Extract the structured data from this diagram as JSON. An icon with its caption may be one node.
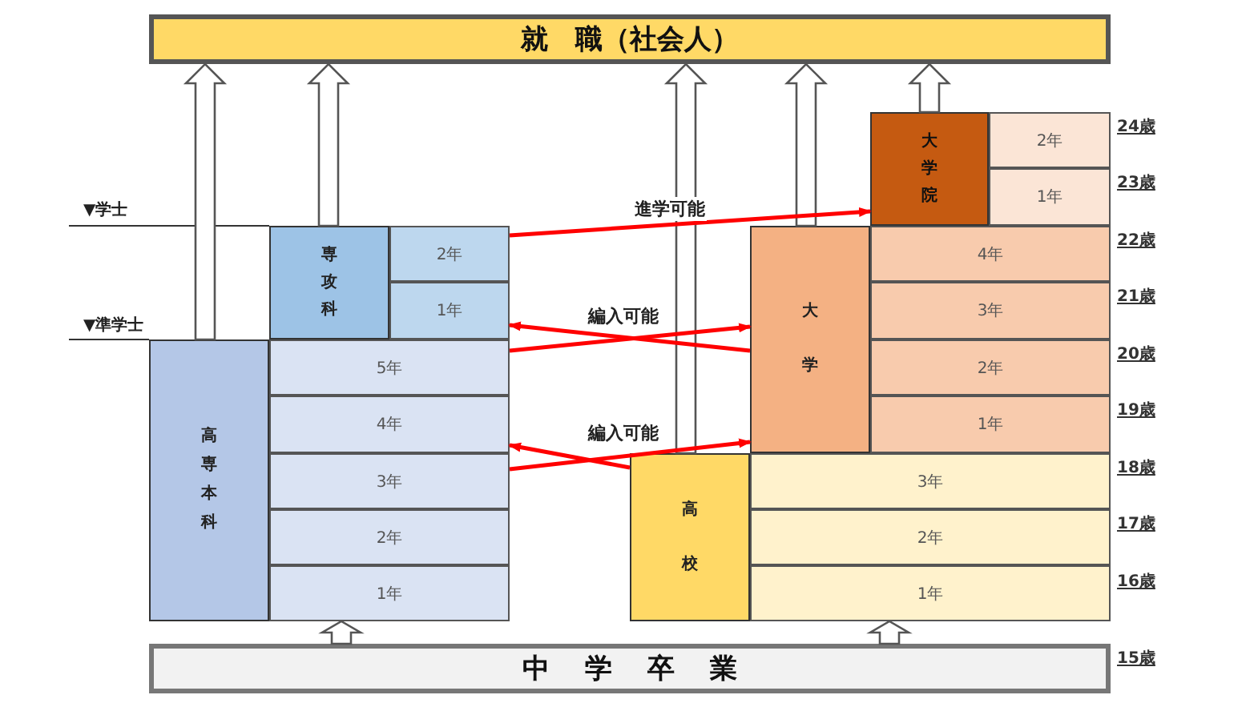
{
  "diagram": {
    "nodes": [
      {
        "text": [
          "就　職（社会人）"
        ]
      },
      {
        "text": [
          "中学卒業"
        ]
      },
      {
        "text": [
          "高専本科"
        ]
      },
      {
        "text": [
          "5年"
        ]
      },
      {
        "text": [
          "4年"
        ]
      },
      {
        "text": [
          "3年"
        ]
      },
      {
        "text": [
          "2年"
        ]
      },
      {
        "text": [
          "1年"
        ]
      },
      {
        "text": [
          "専攻科"
        ]
      },
      {
        "text": [
          "2年"
        ]
      },
      {
        "text": [
          "1年"
        ]
      },
      {
        "text": [
          "高校"
        ]
      },
      {
        "text": [
          "3年"
        ]
      },
      {
        "text": [
          "2年"
        ]
      },
      {
        "text": [
          "1年"
        ]
      },
      {
        "text": [
          "大学"
        ]
      },
      {
        "text": [
          "4年"
        ]
      },
      {
        "text": [
          "3年"
        ]
      },
      {
        "text": [
          "2年"
        ]
      },
      {
        "text": [
          "1年"
        ]
      },
      {
        "text": [
          "大学院"
        ]
      },
      {
        "text": [
          "2年"
        ]
      },
      {
        "text": [
          "1年"
        ]
      }
    ],
    "edges": [
      {
        "from": 1,
        "to": 7,
        "arrow": "to"
      },
      {
        "from": 1,
        "to": 14,
        "arrow": "to"
      },
      {
        "from": 2,
        "to": 0,
        "arrow": "to"
      },
      {
        "from": 8,
        "to": 0,
        "arrow": "to"
      },
      {
        "from": 11,
        "to": 0,
        "arrow": "to"
      },
      {
        "from": 15,
        "to": 0,
        "arrow": "to"
      },
      {
        "from": 20,
        "to": 0,
        "arrow": "to"
      },
      {
        "from": 9,
        "to": 20,
        "arrow": "to",
        "label": "進学可能",
        "color": "#ff0000"
      },
      {
        "from": 3,
        "to": 15,
        "arrow": "to",
        "label": "編入可能",
        "color": "#ff0000"
      },
      {
        "from": 15,
        "to": 10,
        "arrow": "to",
        "color": "#ff0000"
      },
      {
        "from": 11,
        "to": 4,
        "arrow": "to",
        "label": "編入可能",
        "color": "#ff0000"
      },
      {
        "from": 5,
        "to": 15,
        "arrow": "to",
        "color": "#ff0000"
      }
    ],
    "labels": [
      "▼学士",
      "▼準学士",
      "24歳",
      "23歳",
      "22歳",
      "21歳",
      "20歳",
      "19歳",
      "18歳",
      "17歳",
      "16歳",
      "15歳"
    ]
  }
}
